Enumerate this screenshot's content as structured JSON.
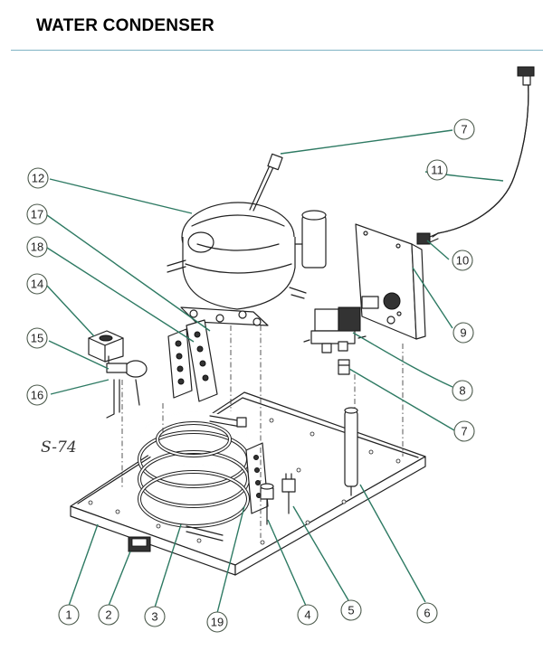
{
  "title": "WATER CONDENSER",
  "model_label": "S-74",
  "callouts": [
    "7",
    "11",
    "12",
    "17",
    "18",
    "14",
    "10",
    "15",
    "9",
    "16",
    "8",
    "7",
    "1",
    "2",
    "3",
    "19",
    "4",
    "5",
    "6"
  ]
}
